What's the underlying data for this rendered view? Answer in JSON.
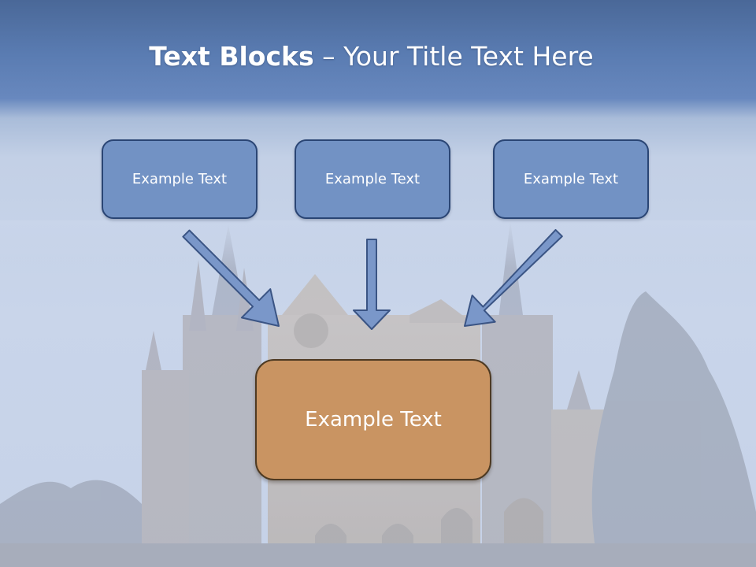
{
  "title": {
    "bold": "Text Blocks",
    "rest": " – Your Title Text Here"
  },
  "boxes": {
    "top_left": "Example Text",
    "top_middle": "Example Text",
    "top_right": "Example Text",
    "center": "Example Text"
  },
  "colors": {
    "header_blue": "#5a7cb2",
    "box_blue": "#7292c4",
    "box_blue_border": "#2a4574",
    "box_orange": "#c99462",
    "box_orange_border": "#4e3a22",
    "arrow_fill": "#7a97c9",
    "arrow_stroke": "#3a5484"
  },
  "background": {
    "image": "gothic-cathedral-photo"
  }
}
